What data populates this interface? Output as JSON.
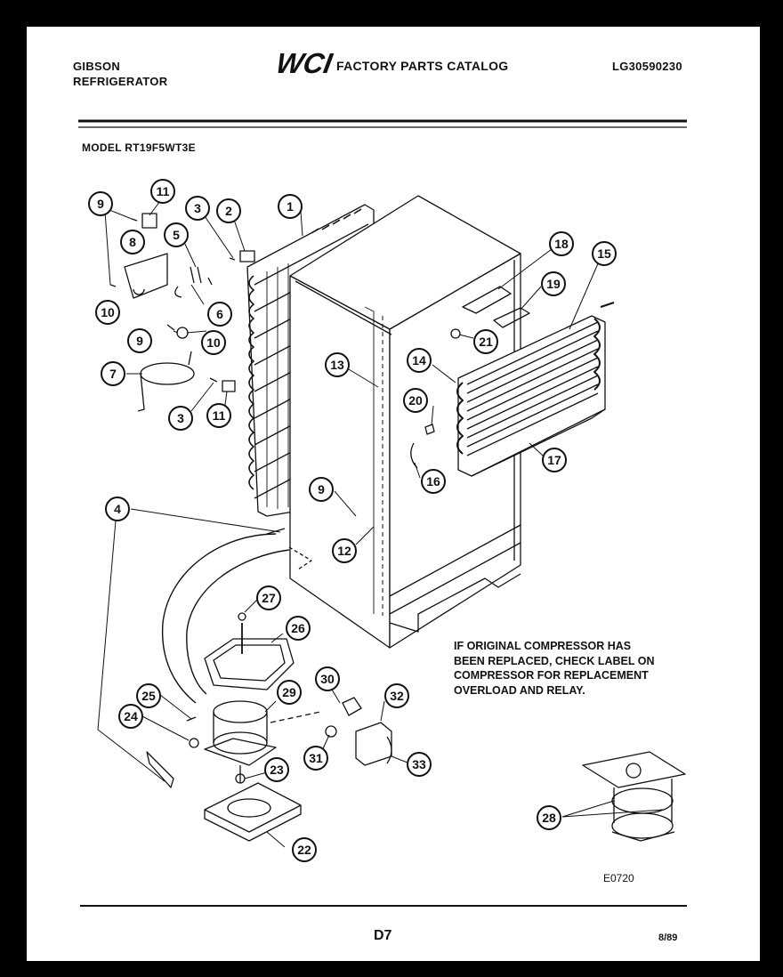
{
  "header": {
    "brand_line1": "GIBSON",
    "brand_line2": "REFRIGERATOR",
    "logo_text": "WCI",
    "catalog_title": "FACTORY PARTS CATALOG",
    "doc_code": "LG30590230"
  },
  "model_label": "MODEL RT19F5WT3E",
  "note_lines": [
    "IF ORIGINAL COMPRESSOR HAS",
    "BEEN REPLACED, CHECK LABEL ON",
    "COMPRESSOR FOR REPLACEMENT",
    "OVERLOAD AND RELAY."
  ],
  "figure_code": "E0720",
  "page_number": "D7",
  "date_code": "8/89",
  "callouts": {
    "c9a": "9",
    "c11a": "11",
    "c3a": "3",
    "c2": "2",
    "c1": "1",
    "c8": "8",
    "c5": "5",
    "c10a": "10",
    "c6": "6",
    "c9b": "9",
    "c10b": "10",
    "c7": "7",
    "c3b": "3",
    "c11b": "11",
    "c18": "18",
    "c15": "15",
    "c19": "19",
    "c21": "21",
    "c13": "13",
    "c14": "14",
    "c20": "20",
    "c17": "17",
    "c16": "16",
    "c9c": "9",
    "c4": "4",
    "c12": "12",
    "c27": "27",
    "c26": "26",
    "c25": "25",
    "c29": "29",
    "c30": "30",
    "c32": "32",
    "c24": "24",
    "c31": "31",
    "c33": "33",
    "c23": "23",
    "c28": "28",
    "c22": "22"
  }
}
